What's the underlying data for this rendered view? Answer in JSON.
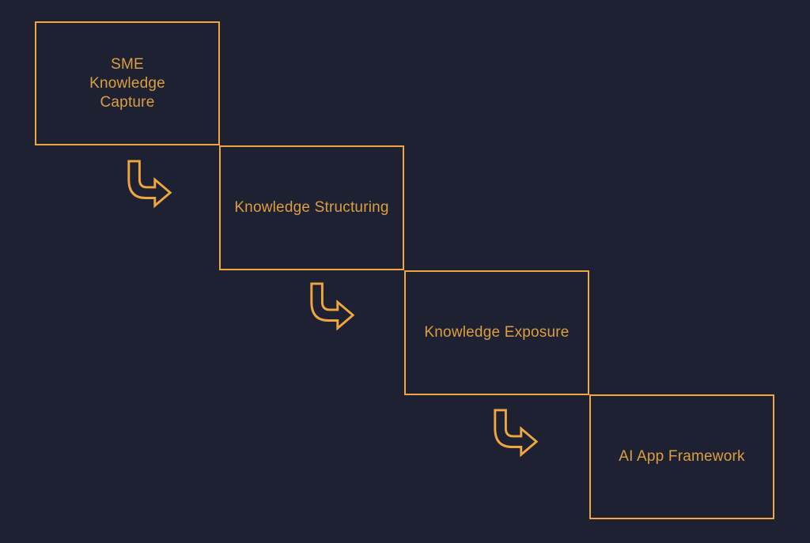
{
  "canvas": {
    "background_color": "#1E2132",
    "accent_color": "#EFA63F",
    "text_color": "#DC9E41"
  },
  "diagram": {
    "type": "staircase-flow",
    "direction": "top-left to bottom-right",
    "connector_icon": "curved-arrow-down-right",
    "steps": [
      {
        "id": 1,
        "label": "SME\nKnowledge\nCapture"
      },
      {
        "id": 2,
        "label": "Knowledge Structuring"
      },
      {
        "id": 3,
        "label": "Knowledge Exposure"
      },
      {
        "id": 4,
        "label": "AI App Framework"
      }
    ]
  }
}
